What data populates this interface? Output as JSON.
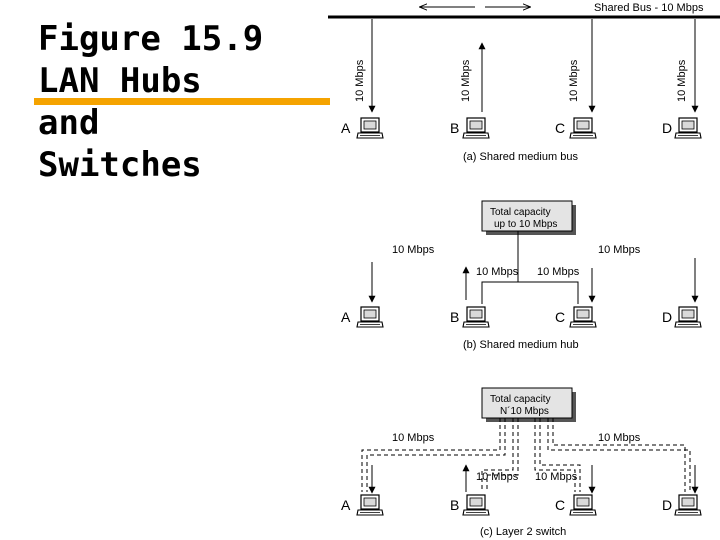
{
  "title": [
    "Figure 15.9",
    "LAN Hubs",
    "and",
    "Switches"
  ],
  "colors": {
    "accent": "#f5a300"
  },
  "panel_a": {
    "bus_label": "Shared Bus - 10 Mbps",
    "link_labels": [
      "10 Mbps",
      "10 Mbps",
      "10 Mbps",
      "10 Mbps"
    ],
    "nodes": [
      "A",
      "B",
      "C",
      "D"
    ],
    "caption": "(a) Shared medium bus"
  },
  "panel_b": {
    "hub_line1": "Total capacity",
    "hub_line2": "up to 10 Mbps",
    "link_labels": [
      "10 Mbps",
      "10 Mbps",
      "10 Mbps",
      "10 Mbps"
    ],
    "nodes": [
      "A",
      "B",
      "C",
      "D"
    ],
    "caption": "(b) Shared medium hub"
  },
  "panel_c": {
    "switch_line1": "Total capacity",
    "switch_line2": "N´10 Mbps",
    "link_labels": [
      "10 Mbps",
      "10 Mbps",
      "10 Mbps",
      "10 Mbps"
    ],
    "nodes": [
      "A",
      "B",
      "C",
      "D"
    ],
    "caption": "(c) Layer 2 switch"
  }
}
